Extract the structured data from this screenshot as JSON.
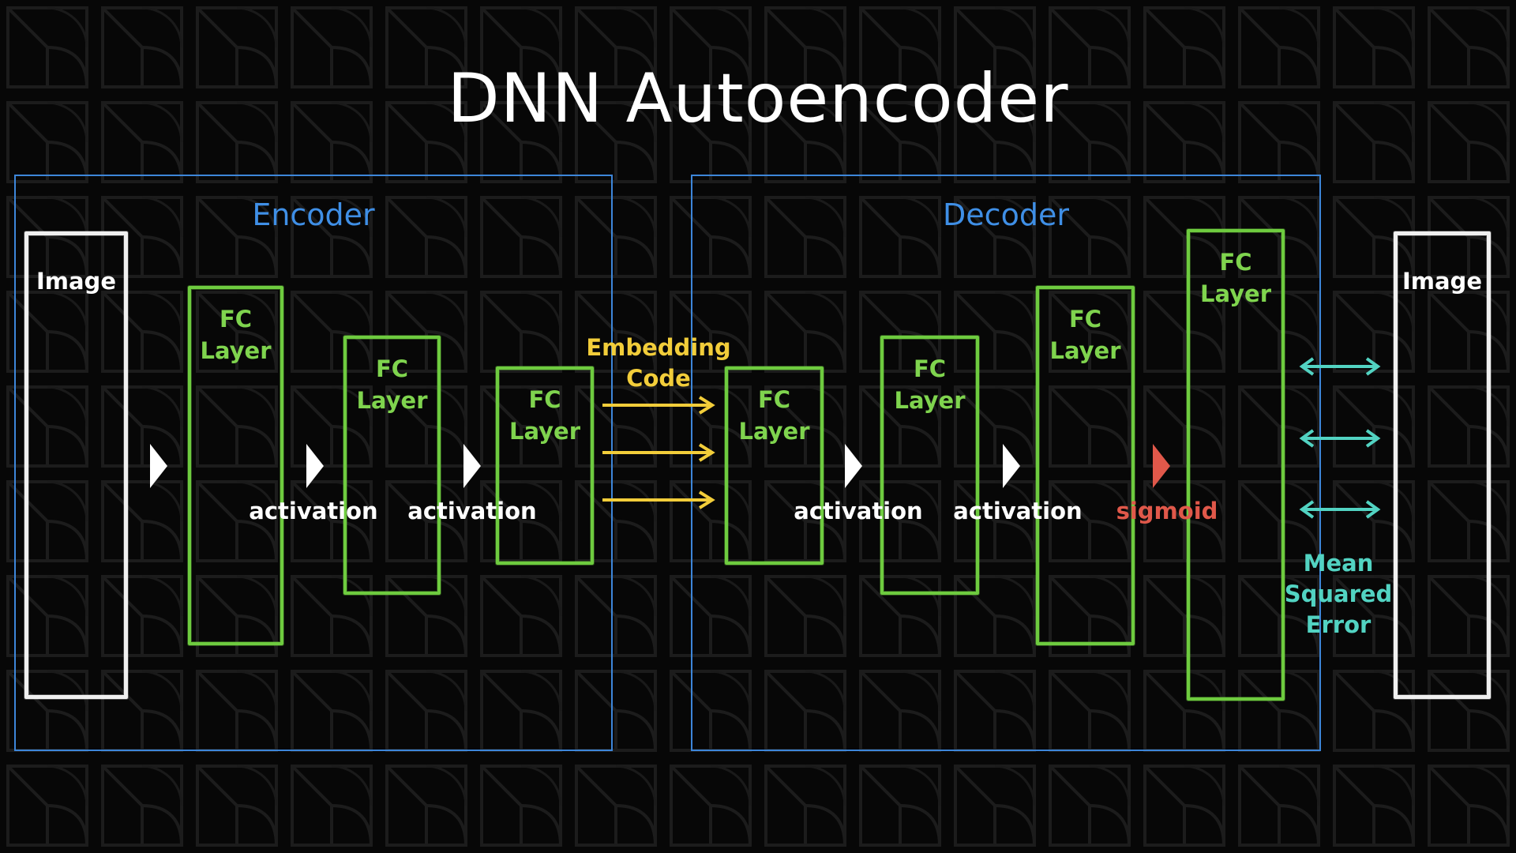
{
  "title": "DNN Autoencoder",
  "sections": {
    "encoder": "Encoder",
    "decoder": "Decoder"
  },
  "input_image": "Image",
  "output_image": "Image",
  "layers": {
    "enc1": "FC\nLayer",
    "enc2": "FC\nLayer",
    "enc3": "FC\nLayer",
    "dec1": "FC\nLayer",
    "dec2": "FC\nLayer",
    "dec3": "FC\nLayer",
    "dec4": "FC\nLayer"
  },
  "activations": {
    "a1": "activation",
    "a2": "activation",
    "a3": "activation",
    "a4": "activation",
    "sigmoid": "sigmoid"
  },
  "embedding_code": "Embedding\nCode",
  "loss": "Mean\nSquared\nError",
  "colors": {
    "section_border": "#3d86d9",
    "section_label": "#3f8fe6",
    "layer": "#6ecb3f",
    "embedding": "#f2cd3a",
    "loss": "#52d3c2",
    "sigmoid": "#e0584a",
    "image_box": "#f0f0f0"
  }
}
